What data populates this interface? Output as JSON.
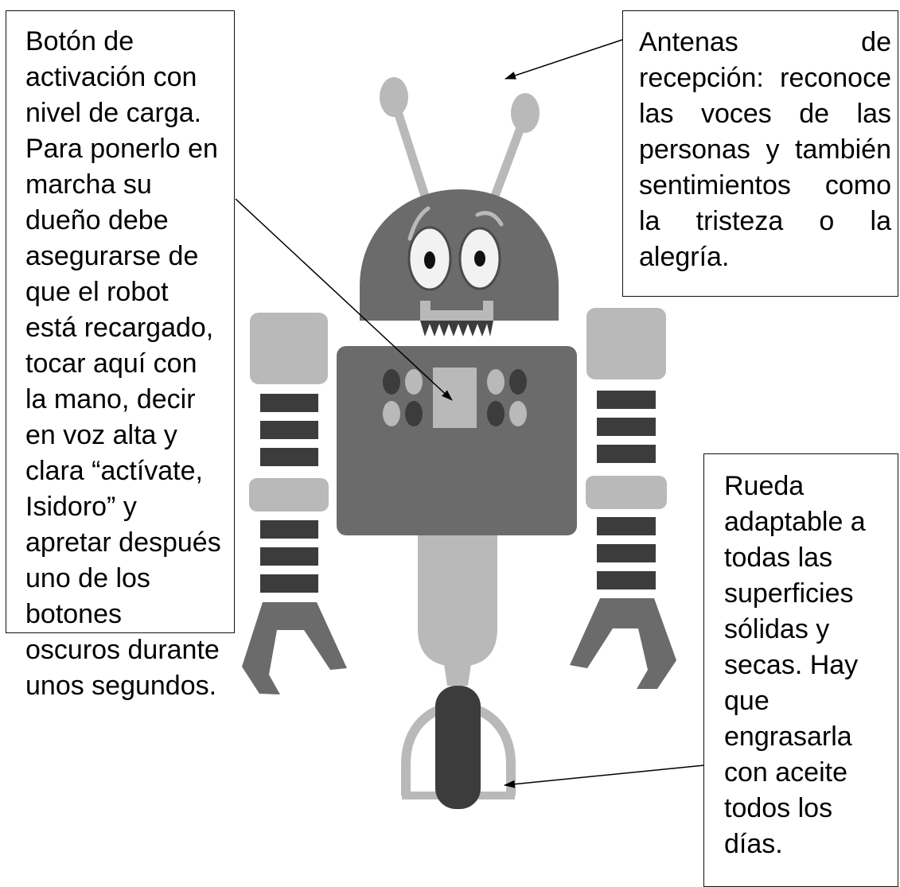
{
  "callouts": {
    "activation": {
      "lines": [
        "Botón de",
        "activación con",
        "nivel de carga.",
        "Para ponerlo en",
        "marcha su",
        "dueño debe",
        "asegurarse de",
        "que el robot",
        "está recargado,",
        "tocar aquí con",
        "la mano, decir",
        "en voz alta y",
        "clara “actívate,",
        "Isidoro” y",
        "apretar después",
        "uno de los",
        "botones",
        "oscuros durante",
        "unos segundos."
      ]
    },
    "antennas": {
      "lines": [
        "Antenas de",
        "recepción: reconoce",
        "las voces de las",
        "personas y también",
        "sentimientos como",
        "la tristeza o la",
        "alegría."
      ]
    },
    "wheel": {
      "lines": [
        "Rueda",
        "adaptable a",
        "todas las",
        "superficies",
        "sólidas y",
        "secas. Hay",
        "que",
        "engrasarla",
        "con aceite",
        "todos los",
        "días."
      ]
    }
  },
  "colors": {
    "dark_gray": "#6b6b6b",
    "light_gray": "#b9b9b9",
    "charcoal": "#3c3c3c",
    "eye_white": "#f2f2f2",
    "pupil": "#111111"
  }
}
